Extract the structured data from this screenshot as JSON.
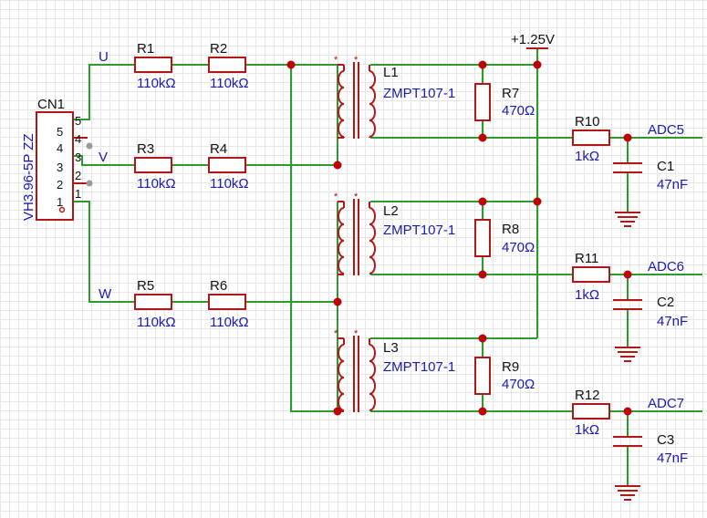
{
  "connector": {
    "ref": "CN1",
    "value": "VH3.96-5P ZZ",
    "pins": [
      "1",
      "2",
      "3",
      "4",
      "5"
    ]
  },
  "nets": {
    "u": "U",
    "v": "V",
    "w": "W",
    "supply": "+1.25V",
    "adc5": "ADC5",
    "adc6": "ADC6",
    "adc7": "ADC7"
  },
  "resistors": [
    {
      "ref": "R1",
      "value": "110kΩ"
    },
    {
      "ref": "R2",
      "value": "110kΩ"
    },
    {
      "ref": "R3",
      "value": "110kΩ"
    },
    {
      "ref": "R4",
      "value": "110kΩ"
    },
    {
      "ref": "R5",
      "value": "110kΩ"
    },
    {
      "ref": "R6",
      "value": "110kΩ"
    },
    {
      "ref": "R7",
      "value": "470Ω"
    },
    {
      "ref": "R8",
      "value": "470Ω"
    },
    {
      "ref": "R9",
      "value": "470Ω"
    },
    {
      "ref": "R10",
      "value": "1kΩ"
    },
    {
      "ref": "R11",
      "value": "1kΩ"
    },
    {
      "ref": "R12",
      "value": "1kΩ"
    }
  ],
  "transformers": [
    {
      "ref": "L1",
      "value": "ZMPT107-1"
    },
    {
      "ref": "L2",
      "value": "ZMPT107-1"
    },
    {
      "ref": "L3",
      "value": "ZMPT107-1"
    }
  ],
  "capacitors": [
    {
      "ref": "C1",
      "value": "47nF"
    },
    {
      "ref": "C2",
      "value": "47nF"
    },
    {
      "ref": "C3",
      "value": "47nF"
    }
  ],
  "dot_marker": "*"
}
